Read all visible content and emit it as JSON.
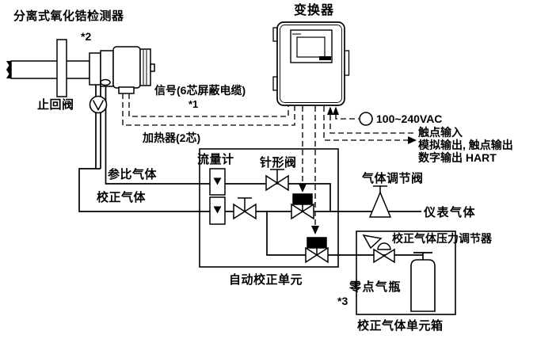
{
  "diagram": {
    "detector": {
      "title": "分离式氧化锆检测器",
      "note": "*2",
      "check_valve_label": "止回阀"
    },
    "converter": {
      "title": "变换器"
    },
    "cables": {
      "signal": "信号(6芯屏蔽电缆)",
      "signal_note": "*1",
      "heater": "加热器(2芯)"
    },
    "electrical": {
      "power": "100~240VAC",
      "contact_input": "触点输入",
      "analog_output": "模拟输出, 触点输出",
      "digital_output": "数字输出 HART"
    },
    "gas_lines": {
      "reference": "参比气体",
      "calibration": "校正气体",
      "instrument": "仪表气体"
    },
    "components": {
      "flow_meter": "流量计",
      "needle_valve": "针形阀",
      "gas_regulating_valve": "气体调节阀",
      "pressure_regulator": "校正气体压力调节器",
      "zero_gas_cylinder": "零点气瓶"
    },
    "units": {
      "auto_cal": "自动校正单元",
      "cal_gas_box": "校正气体单元箱",
      "cal_box_note": "*3"
    },
    "colors": {
      "line": "#000000",
      "dashed_line": "#2a2a2a",
      "background": "#ffffff",
      "solenoid_fill": "#000000"
    }
  }
}
